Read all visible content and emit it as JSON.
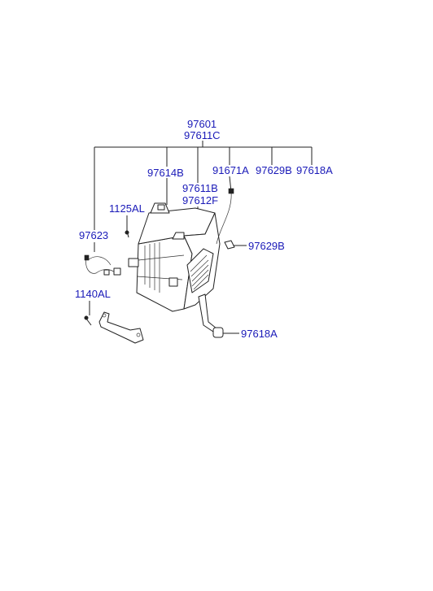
{
  "labels": {
    "top_1": "97601",
    "top_2": "97611C",
    "b_97614b": "97614B",
    "b_91671a": "91671A",
    "b_97629b_top": "97629B",
    "b_97618a_top": "97618A",
    "b_97611b": "97611B",
    "b_97612f": "97612F",
    "b_1125al": "1125AL",
    "b_97623": "97623",
    "b_97629b_side": "97629B",
    "b_1140al": "1140AL",
    "b_97618a_side": "97618A"
  }
}
